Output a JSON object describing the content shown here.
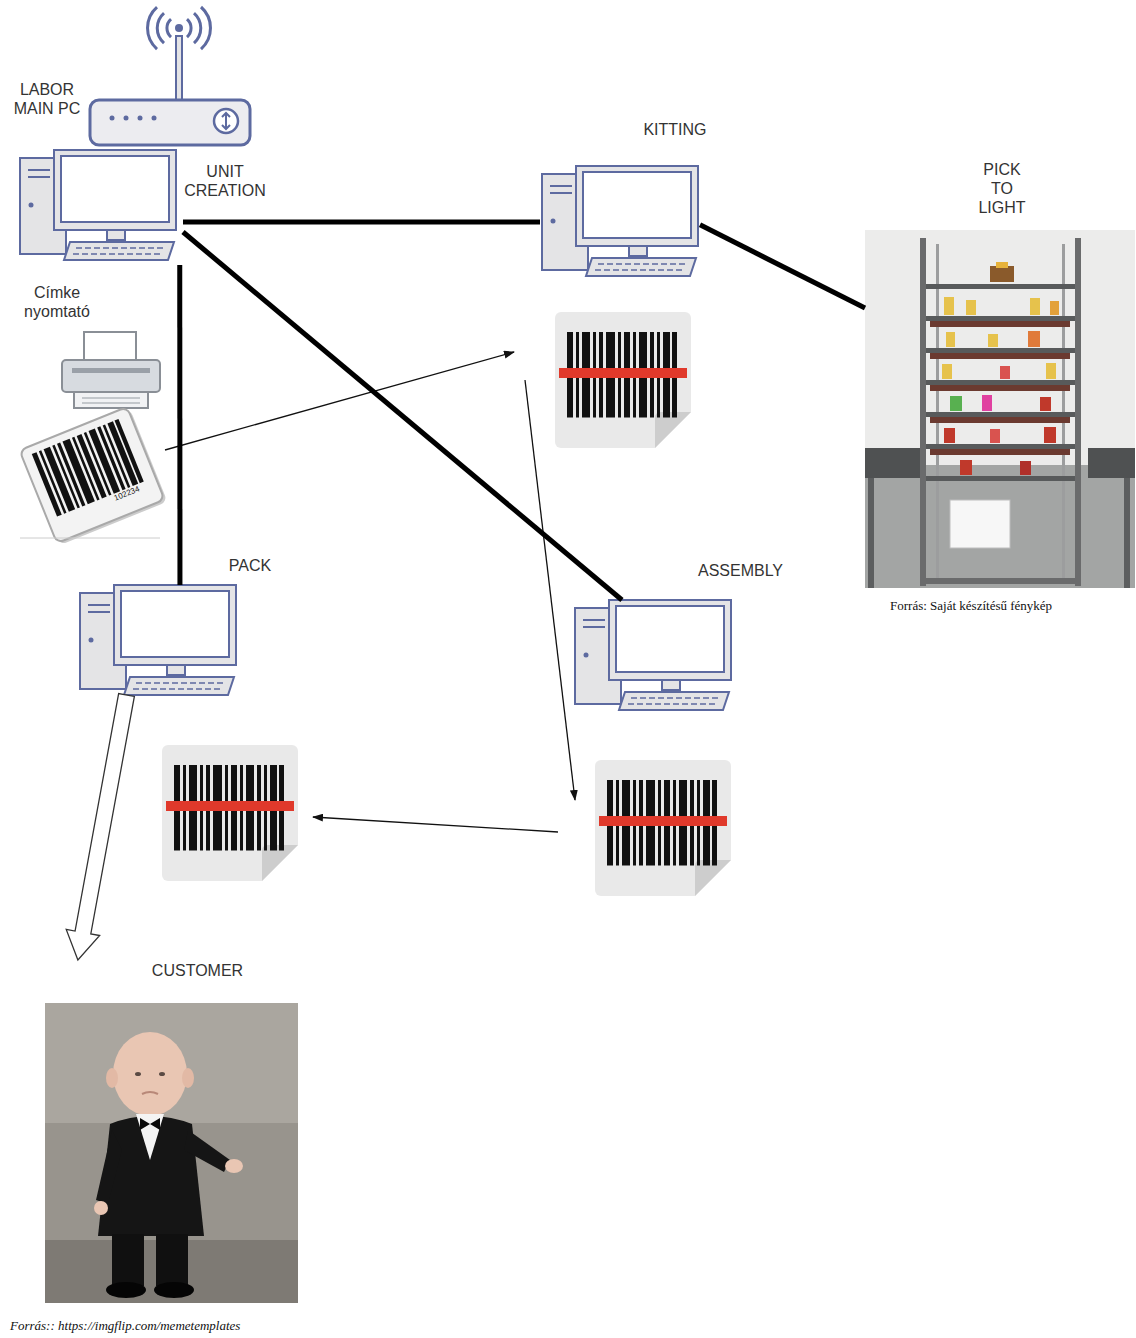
{
  "diagram": {
    "nodes": [
      {
        "text": [
          "LABOR MAIN PC",
          "UNIT CREATION"
        ]
      },
      {
        "text": [
          "KITTING"
        ]
      },
      {
        "text": [
          "PICK TO LIGHT"
        ]
      },
      {
        "text": [
          "Címke nyomtató"
        ]
      },
      {
        "text": [
          "PACK"
        ]
      },
      {
        "text": [
          "ASSEMBLY"
        ]
      },
      {
        "text": [
          "CUSTOMER"
        ]
      }
    ],
    "edges": [
      {
        "from": 0,
        "to": 1,
        "arrow": "none"
      },
      {
        "from": 1,
        "to": 2,
        "arrow": "none"
      },
      {
        "from": 0,
        "to": 4,
        "arrow": "none"
      },
      {
        "from": 0,
        "to": 5,
        "arrow": "none"
      },
      {
        "from": 4,
        "to": 6,
        "arrow": "to"
      }
    ],
    "labels": [
      "Forrás: Saját készítésű fénykép",
      "Forrás:: https://imgflip.com/memetemplates",
      "102234"
    ]
  }
}
